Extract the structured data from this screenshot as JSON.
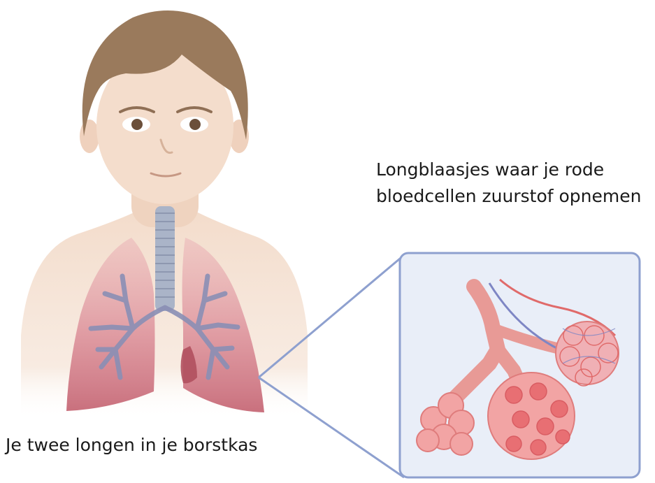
{
  "labels": {
    "alveoli_line1": "Longblaasjes waar je rode",
    "alveoli_line2": "bloedcellen zuurstof opnemen",
    "lungs": "Je twee longen in je borstkas"
  },
  "colors": {
    "skin": "#f3dccb",
    "hair": "#9a7a5c",
    "lung": "#d98a93",
    "trachea": "#aab4c8",
    "bronchi": "#8a8fb5",
    "inset_border": "#8ea0cf",
    "inset_bg": "#e9eef8",
    "alveoli": "#f2a4a4",
    "artery": "#e06a6a",
    "vein": "#7e86c4"
  }
}
